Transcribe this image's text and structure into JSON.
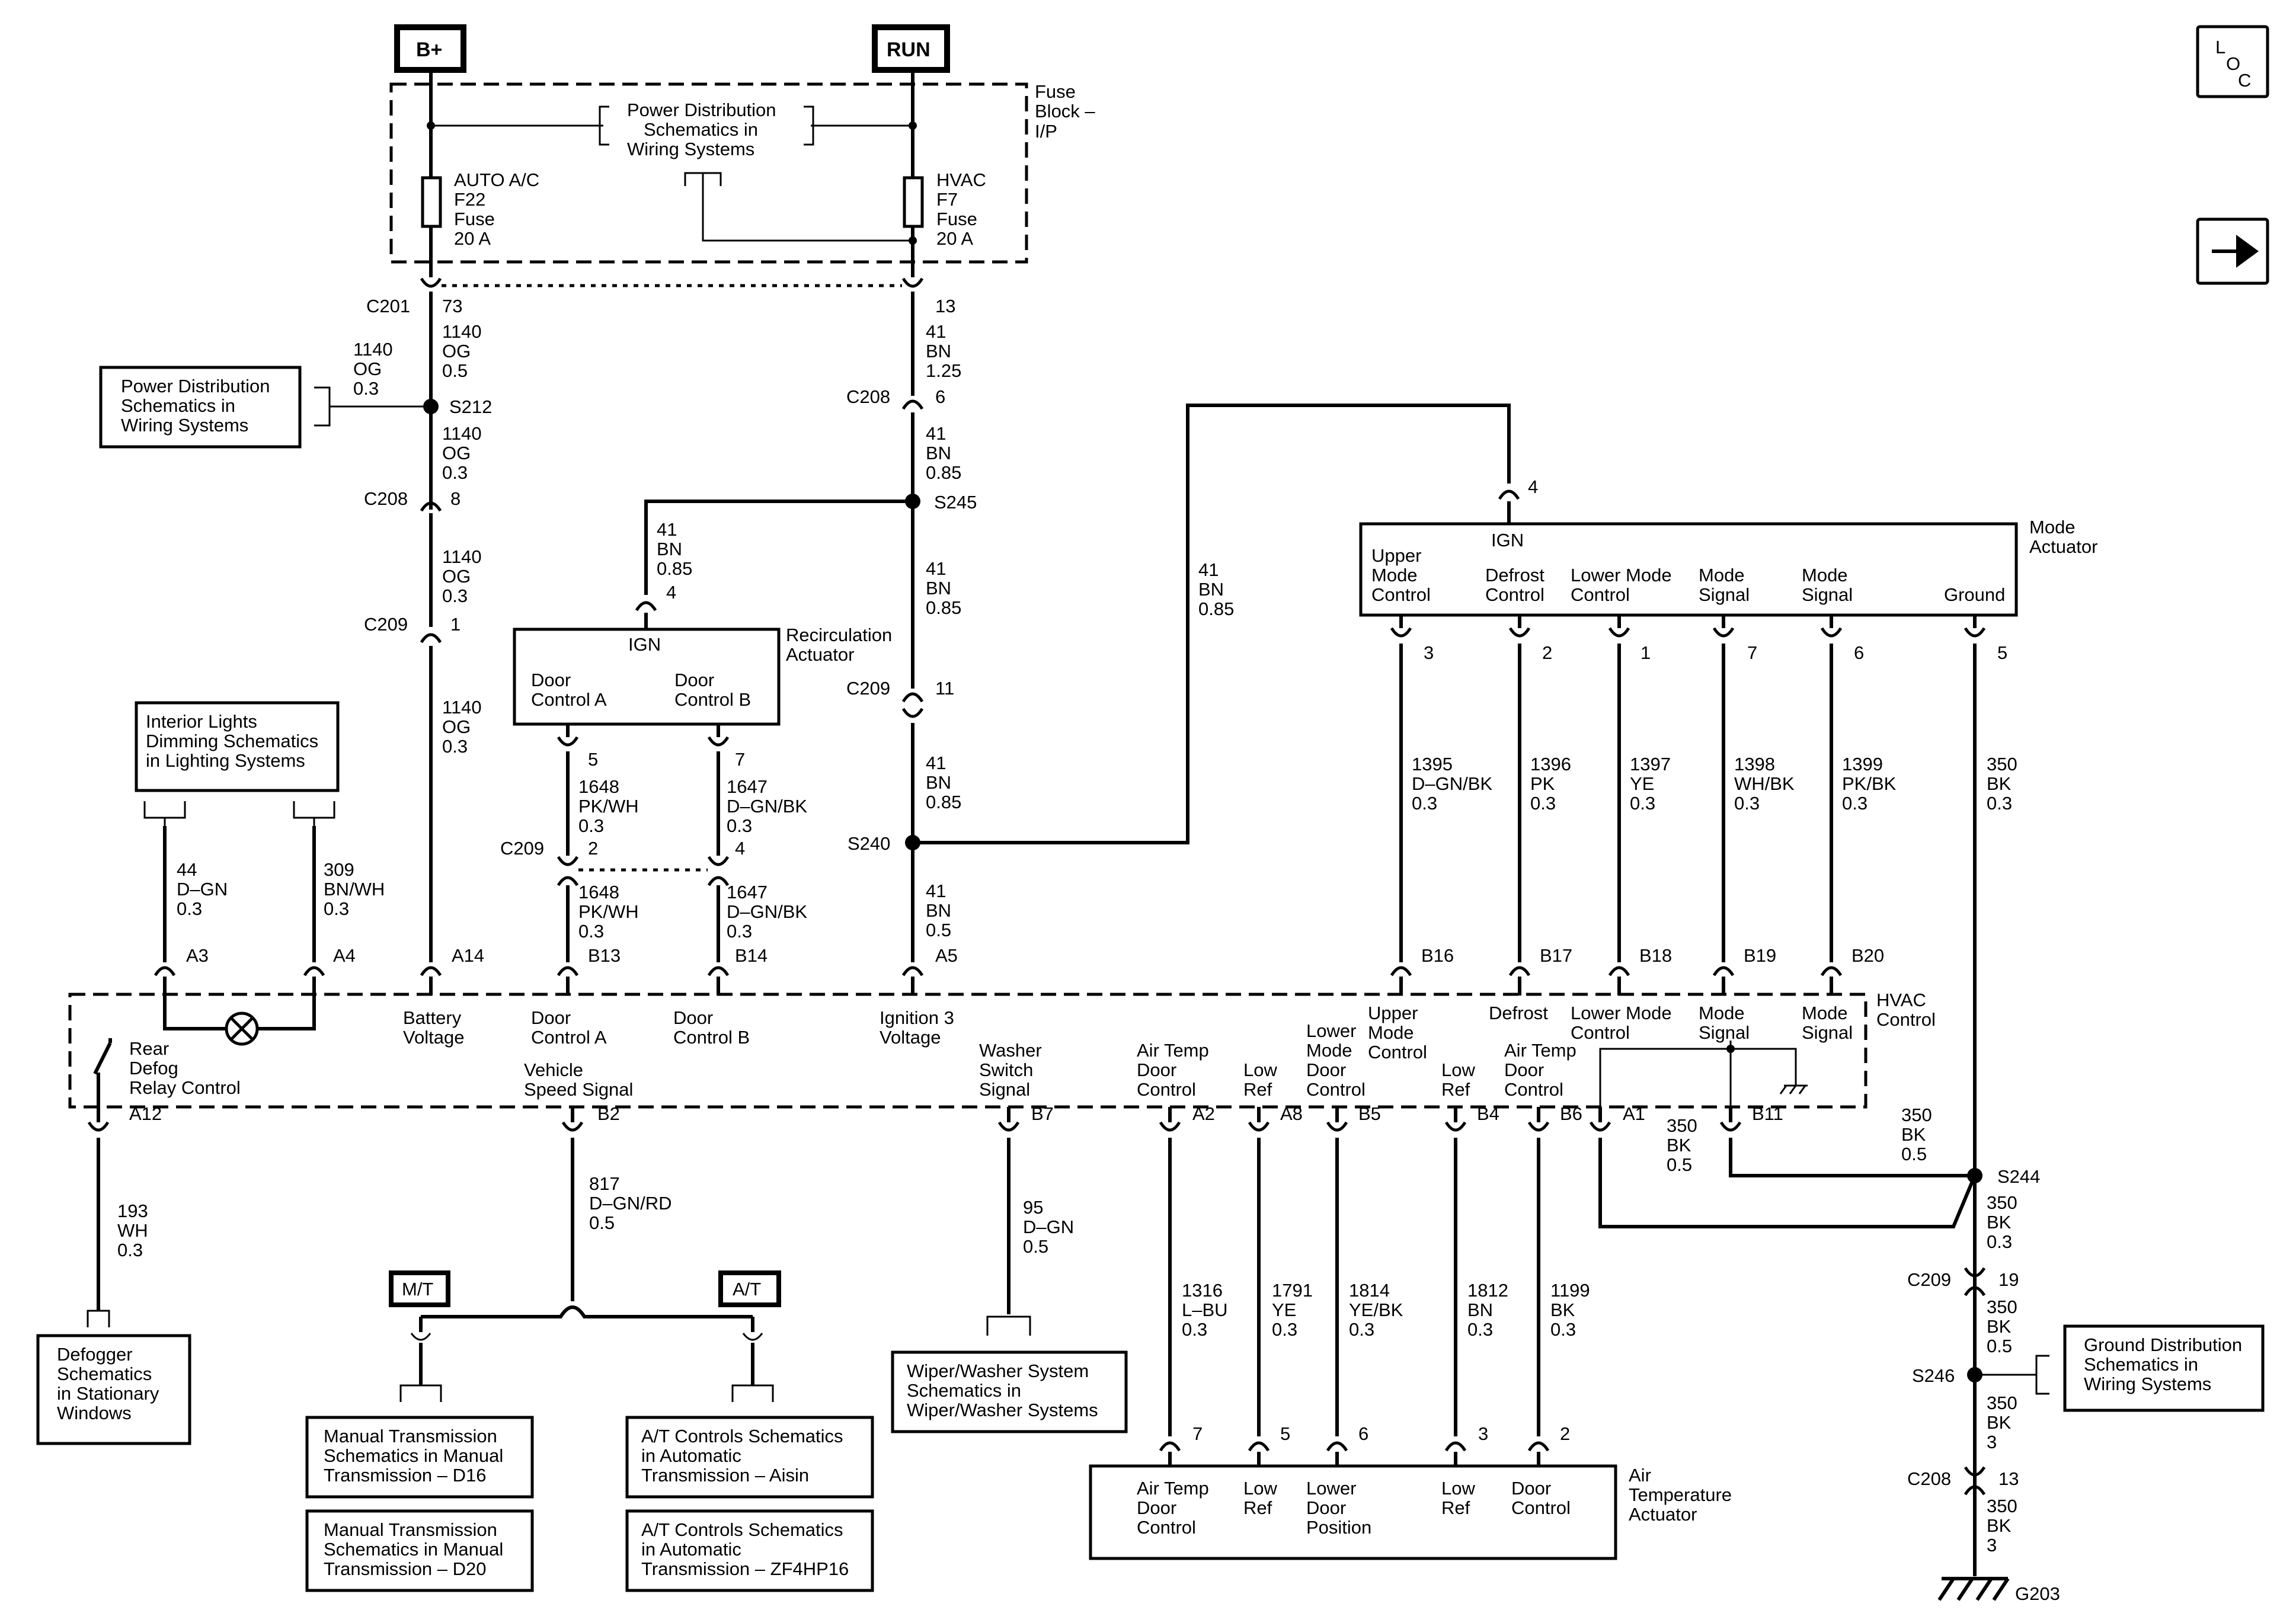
{
  "loc_icon": {
    "letters": [
      "L",
      "O",
      "C"
    ]
  },
  "next_icon": {
    "symbol": "➔"
  },
  "sources": {
    "bplus": "B+",
    "run": "RUN"
  },
  "fuse_block": {
    "label": [
      "Fuse",
      "Block –",
      "I/P"
    ]
  },
  "power_dist_top": [
    "Power Distribution",
    "Schematics in",
    "Wiring Systems"
  ],
  "fuse_auto": [
    "AUTO A/C",
    "F22",
    "Fuse",
    "20 A"
  ],
  "fuse_hvac": [
    "HVAC",
    "F7",
    "Fuse",
    "20 A"
  ],
  "power_dist_left": [
    "Power Distribution",
    "Schematics in",
    "Wiring Systems"
  ],
  "interior_lights": [
    "Interior Lights",
    "Dimming Schematics",
    "in Lighting Systems"
  ],
  "recirc": {
    "title": [
      "Recirculation",
      "Actuator"
    ],
    "ign": "IGN",
    "door_a": [
      "Door",
      "Control A"
    ],
    "door_b": [
      "Door",
      "Control B"
    ]
  },
  "mode_actuator": {
    "title": [
      "Mode",
      "Actuator"
    ],
    "ign": "IGN",
    "upper": [
      "Upper",
      "Mode",
      "Control"
    ],
    "defrost": [
      "Defrost",
      "Control"
    ],
    "lower": [
      "Lower Mode",
      "Control"
    ],
    "signal1": [
      "Mode",
      "Signal"
    ],
    "signal2": [
      "Mode",
      "Signal"
    ],
    "ground": "Ground"
  },
  "hvac_control": {
    "title": [
      "HVAC",
      "Control"
    ],
    "rear_defog": [
      "Rear",
      "Defog",
      "Relay Control"
    ],
    "battery": [
      "Battery",
      "Voltage"
    ],
    "door_a": [
      "Door",
      "Control A"
    ],
    "door_b": [
      "Door",
      "Control B"
    ],
    "ignition": [
      "Ignition 3",
      "Voltage"
    ],
    "vss": [
      "Vehicle",
      "Speed Signal"
    ],
    "washer": [
      "Washer",
      "Switch",
      "Signal"
    ],
    "upper": [
      "Upper",
      "Mode",
      "Control"
    ],
    "defrost": "Defrost",
    "lower_mode": [
      "Lower Mode",
      "Control"
    ],
    "mode_sig1": [
      "Mode",
      "Signal"
    ],
    "mode_sig2": [
      "Mode",
      "Signal"
    ],
    "air_temp_dc": [
      "Air Temp",
      "Door",
      "Control"
    ],
    "low_ref1": [
      "Low",
      "Ref"
    ],
    "lower_mdc": [
      "Lower",
      "Mode",
      "Door",
      "Control"
    ],
    "low_ref2": [
      "Low",
      "Ref"
    ],
    "air_temp_dc2": [
      "Air Temp",
      "Door",
      "Control"
    ]
  },
  "air_temp_actuator": {
    "title": [
      "Air",
      "Temperature",
      "Actuator"
    ],
    "air_temp_dc": [
      "Air Temp",
      "Door",
      "Control"
    ],
    "low_ref1": [
      "Low",
      "Ref"
    ],
    "lower_door_pos": [
      "Lower",
      "Door",
      "Position"
    ],
    "low_ref2": [
      "Low",
      "Ref"
    ],
    "door_control": [
      "Door",
      "Control"
    ]
  },
  "defogger": [
    "Defogger",
    "Schematics",
    "in Stationary",
    "Windows"
  ],
  "mt_tag": "M/T",
  "at_tag": "A/T",
  "mt_d16": [
    "Manual Transmission",
    "Schematics in Manual",
    "Transmission – D16"
  ],
  "mt_d20": [
    "Manual Transmission",
    "Schematics in Manual",
    "Transmission – D20"
  ],
  "at_aisin": [
    "A/T Controls Schematics",
    "in Automatic",
    "Transmission – Aisin"
  ],
  "at_zf": [
    "A/T Controls Schematics",
    "in Automatic",
    "Transmission – ZF4HP16"
  ],
  "wiper": [
    "Wiper/Washer System",
    "Schematics in",
    "Wiper/Washer Systems"
  ],
  "ground_dist": [
    "Ground Distribution",
    "Schematics in",
    "Wiring Systems"
  ],
  "ground_id": "G203",
  "conn": {
    "c201": "C201",
    "c201_73": "73",
    "c201_13": "13",
    "c208a": "C208",
    "c208a_pin": "8",
    "c208b": "C208",
    "c208b_pin": "6",
    "c209a": "C209",
    "c209a_pin": "1",
    "c209b": "C209",
    "c209b_pin": "11",
    "c209c": "C209",
    "c209c_pin2": "2",
    "c209c_pin4": "4",
    "c209d": "C209",
    "c209d_pin": "19",
    "c208c": "C208",
    "c208c_pin": "13",
    "recirc_pin4": "4",
    "recirc_pin5": "5",
    "recirc_pin7": "7",
    "mode_pin4": "4",
    "mode_pin3": "3",
    "mode_pin2": "2",
    "mode_pin1": "1",
    "mode_pin7": "7",
    "mode_pin6": "6",
    "mode_pin5": "5",
    "at_pin7": "7",
    "at_pin5": "5",
    "at_pin6": "6",
    "at_pin3": "3",
    "at_pin2": "2"
  },
  "splices": {
    "s212": "S212",
    "s245": "S245",
    "s240": "S240",
    "s244": "S244",
    "s246": "S246"
  },
  "hvac_pins": {
    "a3": "A3",
    "a4": "A4",
    "a14": "A14",
    "b13": "B13",
    "b14": "B14",
    "a5": "A5",
    "b16": "B16",
    "b17": "B17",
    "b18": "B18",
    "b19": "B19",
    "b20": "B20",
    "a12": "A12",
    "b2": "B2",
    "b7": "B7",
    "a2": "A2",
    "a8": "A8",
    "b5": "B5",
    "b4": "B4",
    "b6": "B6",
    "a1": "A1",
    "b11": "B11"
  },
  "wires": {
    "w1140_side": [
      "1140",
      "OG",
      "0.3"
    ],
    "w1140_a": [
      "1140",
      "OG",
      "0.5"
    ],
    "w1140_b": [
      "1140",
      "OG",
      "0.3"
    ],
    "w1140_c": [
      "1140",
      "OG",
      "0.3"
    ],
    "w1140_d": [
      "1140",
      "OG",
      "0.3"
    ],
    "w41_a": [
      "41",
      "BN",
      "1.25"
    ],
    "w41_b": [
      "41",
      "BN",
      "0.85"
    ],
    "w41_recirc": [
      "41",
      "BN",
      "0.85"
    ],
    "w41_c": [
      "41",
      "BN",
      "0.85"
    ],
    "w41_d": [
      "41",
      "BN",
      "0.85"
    ],
    "w41_mode": [
      "41",
      "BN",
      "0.85"
    ],
    "w41_e": [
      "41",
      "BN",
      "0.5"
    ],
    "w44": [
      "44",
      "D–GN",
      "0.3"
    ],
    "w309": [
      "309",
      "BN/WH",
      "0.3"
    ],
    "w1648_a": [
      "1648",
      "PK/WH",
      "0.3"
    ],
    "w1647_a": [
      "1647",
      "D–GN/BK",
      "0.3"
    ],
    "w1648_b": [
      "1648",
      "PK/WH",
      "0.3"
    ],
    "w1647_b": [
      "1647",
      "D–GN/BK",
      "0.3"
    ],
    "w1395": [
      "1395",
      "D–GN/BK",
      "0.3"
    ],
    "w1396": [
      "1396",
      "PK",
      "0.3"
    ],
    "w1397": [
      "1397",
      "YE",
      "0.3"
    ],
    "w1398": [
      "1398",
      "WH/BK",
      "0.3"
    ],
    "w1399": [
      "1399",
      "PK/BK",
      "0.3"
    ],
    "w350_a": [
      "350",
      "BK",
      "0.3"
    ],
    "w350_b": [
      "350",
      "BK",
      "0.5"
    ],
    "w350_c": [
      "350",
      "BK",
      "0.5"
    ],
    "w350_d": [
      "350",
      "BK",
      "0.3"
    ],
    "w350_e": [
      "350",
      "BK",
      "0.5"
    ],
    "w350_f": [
      "350",
      "BK",
      "3"
    ],
    "w350_g": [
      "350",
      "BK",
      "3"
    ],
    "w193": [
      "193",
      "WH",
      "0.3"
    ],
    "w817": [
      "817",
      "D–GN/RD",
      "0.5"
    ],
    "w95": [
      "95",
      "D–GN",
      "0.5"
    ],
    "w1316": [
      "1316",
      "L–BU",
      "0.3"
    ],
    "w1791": [
      "1791",
      "YE",
      "0.3"
    ],
    "w1814": [
      "1814",
      "YE/BK",
      "0.3"
    ],
    "w1812": [
      "1812",
      "BN",
      "0.3"
    ],
    "w1199": [
      "1199",
      "BK",
      "0.3"
    ]
  }
}
